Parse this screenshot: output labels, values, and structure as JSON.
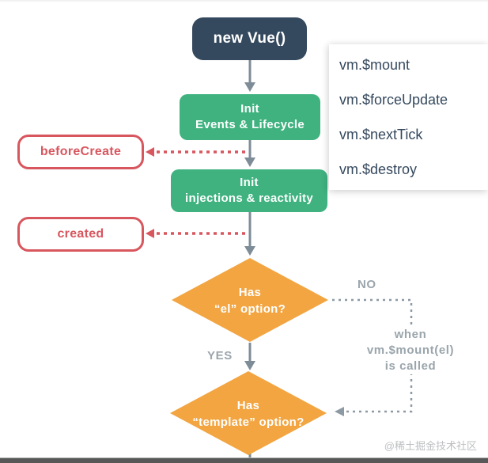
{
  "diagram": {
    "nodes": {
      "new_vue": "new Vue()",
      "init_events": {
        "line1": "Init",
        "line2": "Events & Lifecycle"
      },
      "init_injections": {
        "line1": "Init",
        "line2": "injections & reactivity"
      },
      "before_create": "beforeCreate",
      "created": "created",
      "has_el": {
        "line1": "Has",
        "line2": "“el” option?"
      },
      "has_template": {
        "line1": "Has",
        "line2": "“template” option?"
      }
    },
    "labels": {
      "no": "NO",
      "yes": "YES",
      "when_line1": "when",
      "when_line2": "vm.$mount(el)",
      "when_line3": "is called"
    },
    "colors": {
      "navy": "#35495e",
      "green": "#3fb27f",
      "orange": "#f2a541",
      "red": "#d8565e",
      "gray_line": "#7e8c98",
      "gray_dotted": "#8d99a3",
      "gray_label": "#9aa5ac"
    }
  },
  "panel": {
    "items": [
      "vm.$mount",
      "vm.$forceUpdate",
      "vm.$nextTick",
      "vm.$destroy"
    ]
  },
  "watermark": "@稀土掘金技术社区"
}
